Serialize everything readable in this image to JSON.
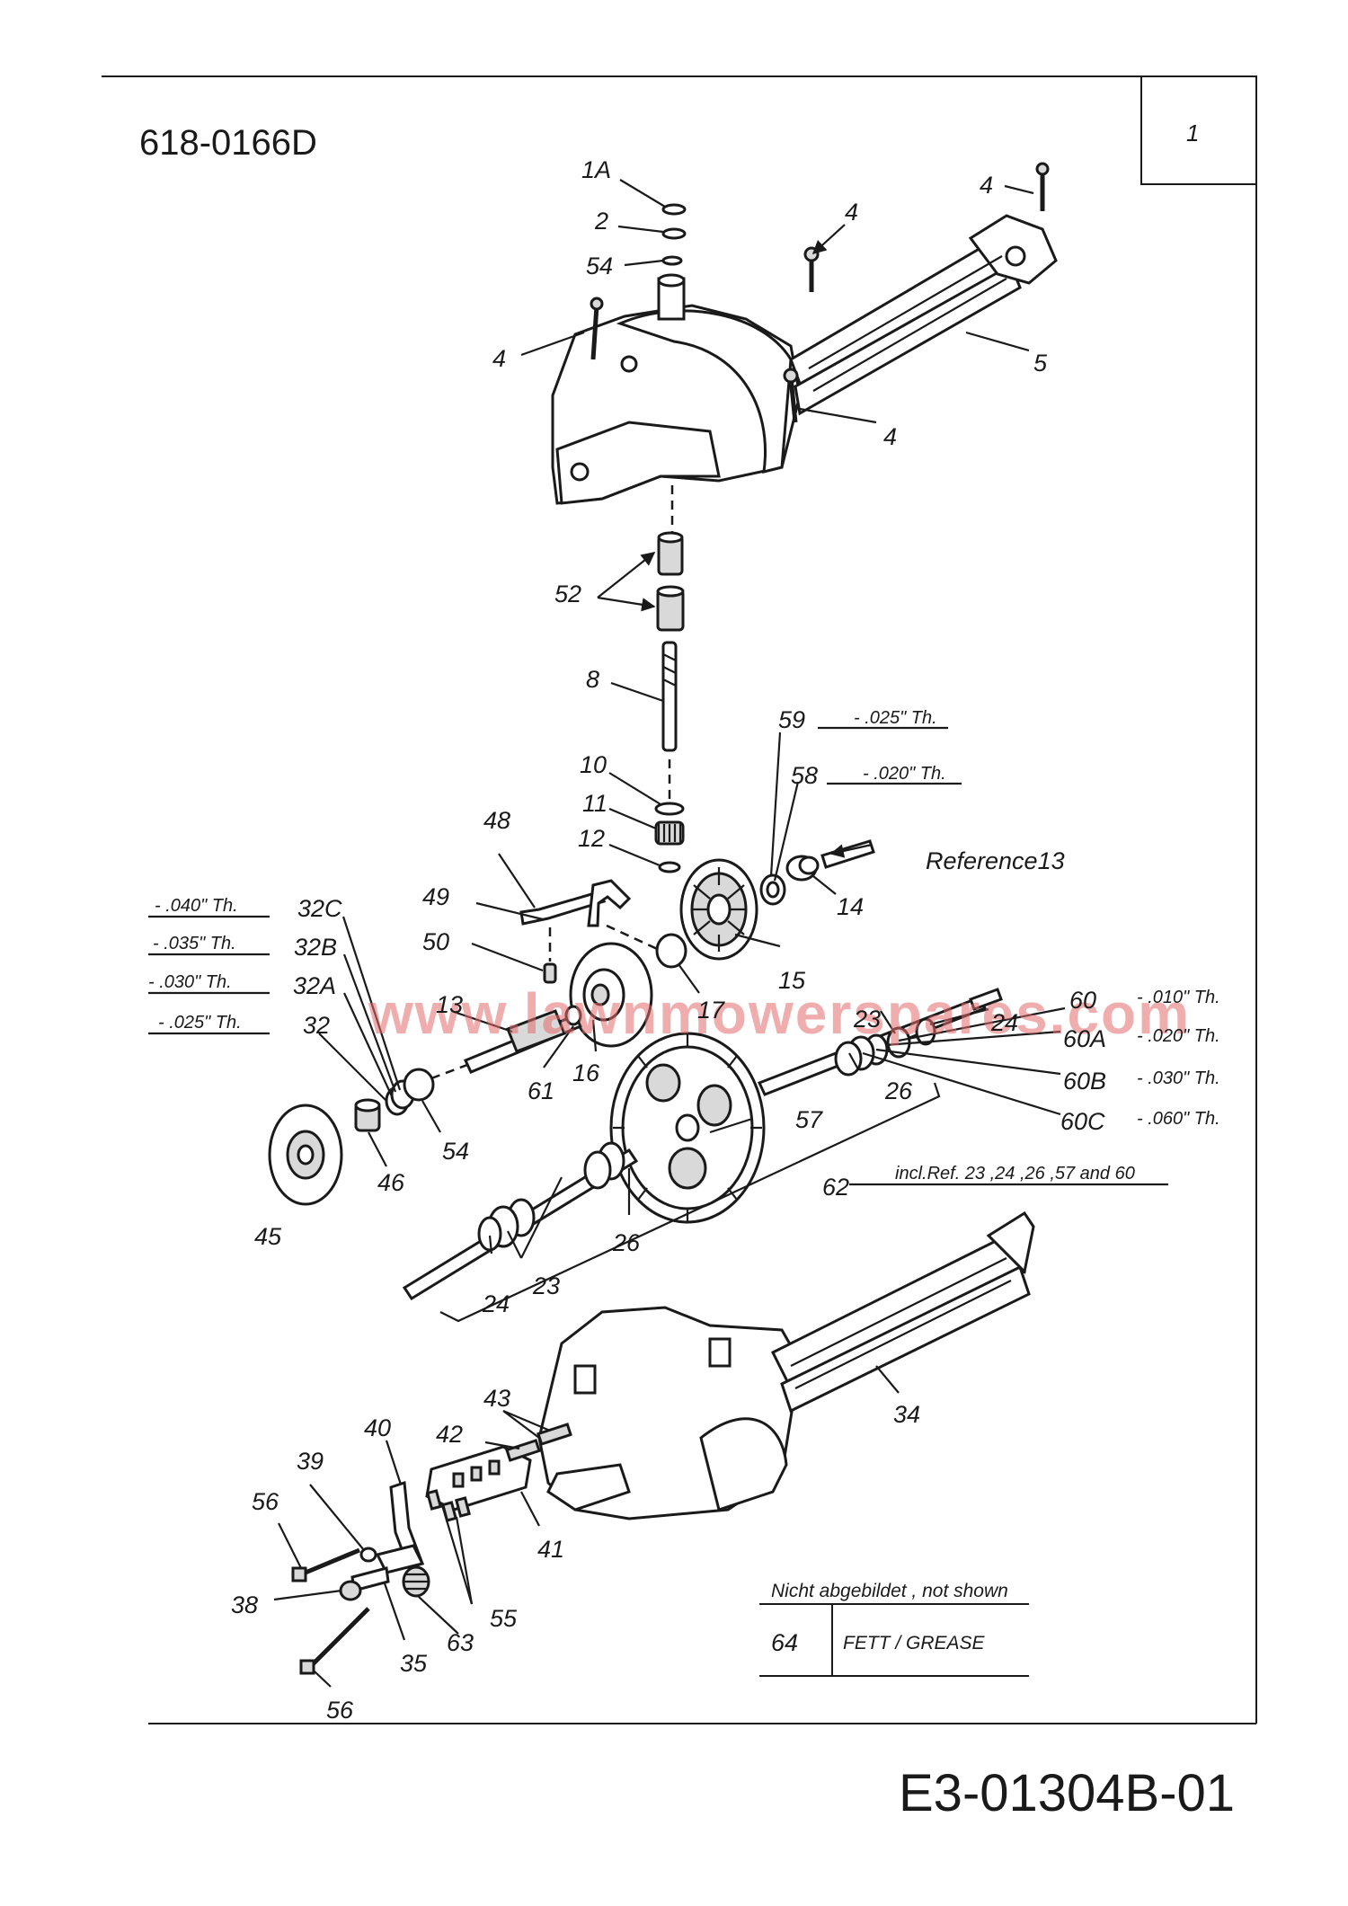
{
  "header": {
    "model": "618-0166D",
    "page_number": "1",
    "drawing_code": "E3-01304B-01"
  },
  "watermark": "www.lawnmowerspares.com",
  "part_labels": {
    "p1A": "1A",
    "p2": "2",
    "p54_top": "54",
    "p4_a": "4",
    "p4_b": "4",
    "p4_c": "4",
    "p4_d": "4",
    "p5": "5",
    "p52": "52",
    "p8": "8",
    "p10": "10",
    "p11": "11",
    "p12": "12",
    "p59": "59",
    "p58": "58",
    "p14": "14",
    "ref13": "Reference13",
    "p48": "48",
    "p49": "49",
    "p50": "50",
    "p15": "15",
    "p17": "17",
    "p16": "16",
    "p13": "13",
    "p61": "61",
    "p32C": "32C",
    "p32B": "32B",
    "p32A": "32A",
    "p32": "32",
    "p54_mid": "54",
    "p46": "46",
    "p45": "45",
    "p23_top": "23",
    "p24_top": "24",
    "p60": "60",
    "p60A": "60A",
    "p60B": "60B",
    "p60C": "60C",
    "p26_top": "26",
    "p57": "57",
    "p62": "62",
    "p26_bot": "26",
    "p23_bot": "23",
    "p24_bot": "24",
    "p34": "34",
    "p40": "40",
    "p39": "39",
    "p56_top": "56",
    "p42": "42",
    "p43": "43",
    "p41": "41",
    "p55": "55",
    "p38": "38",
    "p35": "35",
    "p63": "63",
    "p56_bot": "56"
  },
  "thickness_notes": {
    "t59": "- .025\" Th.",
    "t58": "- .020\" Th.",
    "t32C": "- .040\" Th.",
    "t32B": "- .035\" Th.",
    "t32A": "- .030\" Th.",
    "t32": "- .025\" Th.",
    "t60": "- .010\" Th.",
    "t60A": "- .020\" Th.",
    "t60B": "- .030\" Th.",
    "t60C": "- .060\" Th."
  },
  "assembly_note": "incl.Ref. 23 ,24 ,26 ,57 and 60",
  "not_shown": {
    "heading": "Nicht abgebildet , not shown",
    "part": "64",
    "description": "FETT / GREASE"
  }
}
